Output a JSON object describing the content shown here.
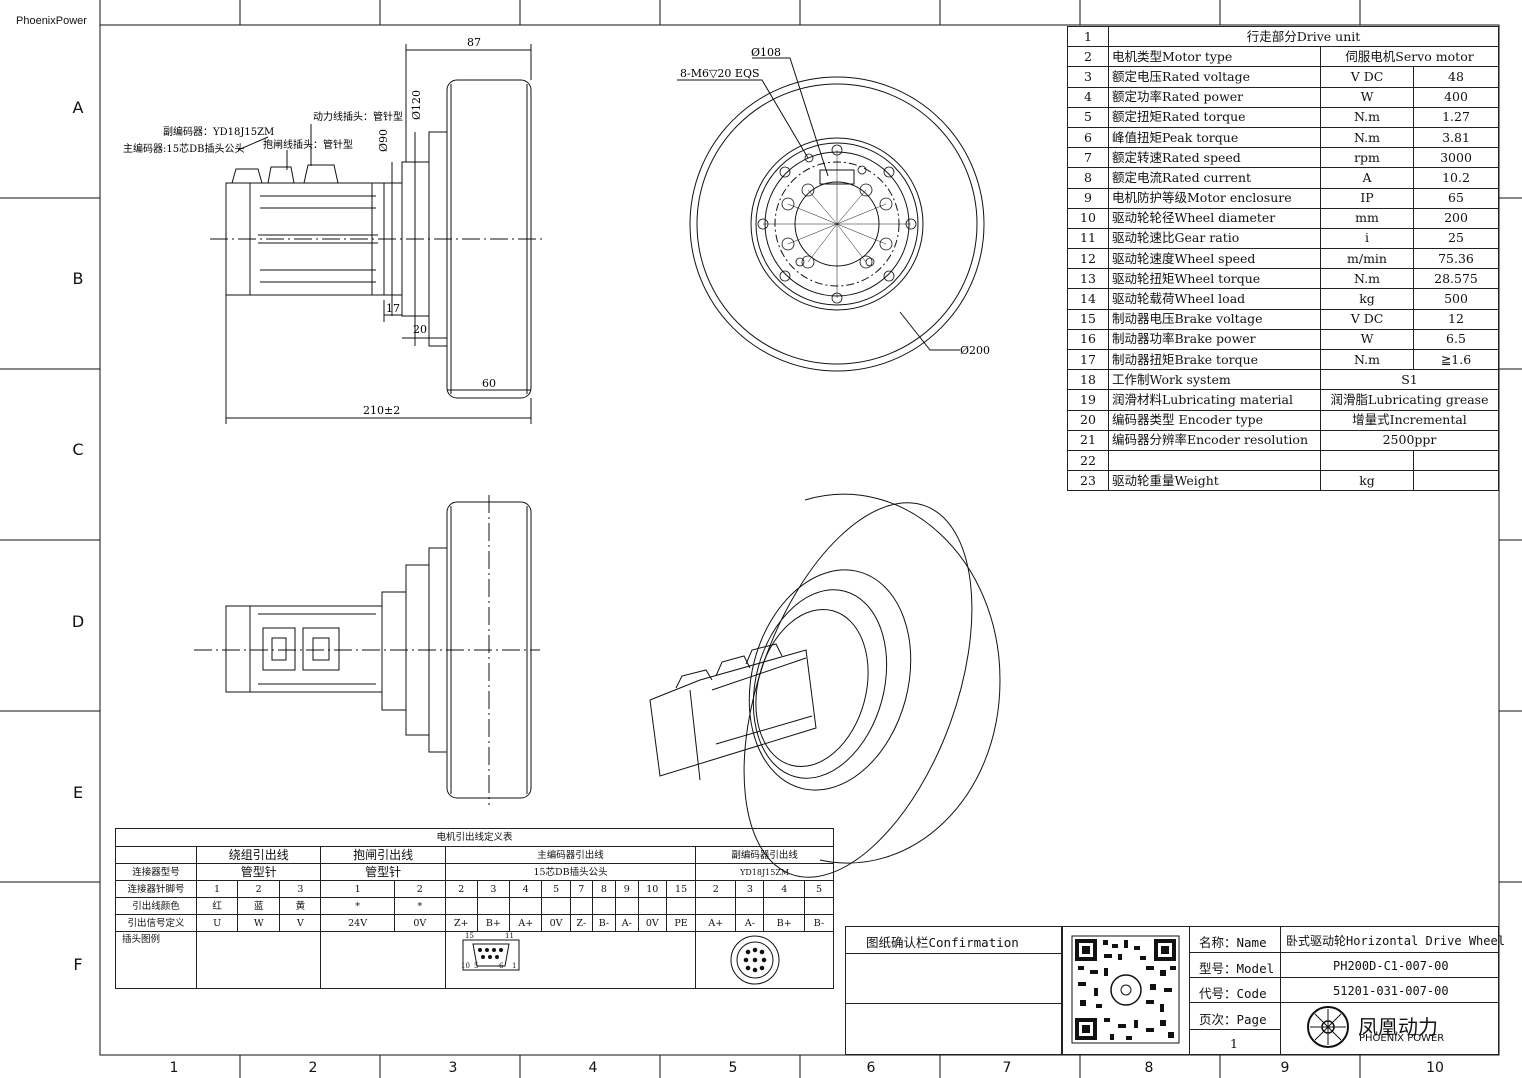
{
  "brand_top": "PhoenixPower",
  "row_labels": [
    "A",
    "B",
    "C",
    "D",
    "E",
    "F"
  ],
  "col_labels": [
    "1",
    "2",
    "3",
    "4",
    "5",
    "6",
    "7",
    "8",
    "9",
    "10"
  ],
  "dims": {
    "d87": "87",
    "d120": "Ø120",
    "d90": "Ø90",
    "d17": "17",
    "d20": "20",
    "d60": "60",
    "d210": "210±2",
    "d108": "Ø108",
    "holes": "8-M6▽20 EQS",
    "d200": "Ø200"
  },
  "callouts": {
    "power": "动力线插头：管针型",
    "sub_encoder": "副编码器：YD18J15ZM",
    "brake": "抱闸线插头：管针型",
    "main_encoder": "主编码器:15芯DB插头公头"
  },
  "spec_title_no": "1",
  "spec_title": "行走部分Drive unit",
  "spec_rows": [
    {
      "no": "2",
      "name": "电机类型Motor type",
      "unit": "伺服电机Servo motor",
      "value": ""
    },
    {
      "no": "3",
      "name": "额定电压Rated voltage",
      "unit": "V DC",
      "value": "48"
    },
    {
      "no": "4",
      "name": "额定功率Rated power",
      "unit": "W",
      "value": "400"
    },
    {
      "no": "5",
      "name": "额定扭矩Rated torque",
      "unit": "N.m",
      "value": "1.27"
    },
    {
      "no": "6",
      "name": "峰值扭矩Peak torque",
      "unit": "N.m",
      "value": "3.81"
    },
    {
      "no": "7",
      "name": "额定转速Rated speed",
      "unit": "rpm",
      "value": "3000"
    },
    {
      "no": "8",
      "name": "额定电流Rated current",
      "unit": "A",
      "value": "10.2"
    },
    {
      "no": "9",
      "name": "电机防护等级Motor enclosure",
      "unit": "IP",
      "value": "65"
    },
    {
      "no": "10",
      "name": "驱动轮轮径Wheel diameter",
      "unit": "mm",
      "value": "200"
    },
    {
      "no": "11",
      "name": "驱动轮速比Gear ratio",
      "unit": "i",
      "value": "25"
    },
    {
      "no": "12",
      "name": "驱动轮速度Wheel speed",
      "unit": "m/min",
      "value": "75.36"
    },
    {
      "no": "13",
      "name": "驱动轮扭矩Wheel torque",
      "unit": "N.m",
      "value": "28.575"
    },
    {
      "no": "14",
      "name": "驱动轮载荷Wheel load",
      "unit": "kg",
      "value": "500"
    },
    {
      "no": "15",
      "name": "制动器电压Brake voltage",
      "unit": "V DC",
      "value": "12"
    },
    {
      "no": "16",
      "name": "制动器功率Brake power",
      "unit": "W",
      "value": "6.5"
    },
    {
      "no": "17",
      "name": "制动器扭矩Brake torque",
      "unit": "N.m",
      "value": "≧1.6"
    },
    {
      "no": "18",
      "name": "工作制Work system",
      "unit": "S1",
      "value": ""
    },
    {
      "no": "19",
      "name": "润滑材料Lubricating material",
      "unit": "润滑脂Lubricating grease",
      "value": ""
    },
    {
      "no": "20",
      "name": "编码器类型 Encoder type",
      "unit": "增量式Incremental",
      "value": ""
    },
    {
      "no": "21",
      "name": "编码器分辨率Encoder resolution",
      "unit": "2500ppr",
      "value": ""
    },
    {
      "no": "22",
      "name": "",
      "unit": "",
      "value": ""
    },
    {
      "no": "23",
      "name": "驱动轮重量Weight",
      "unit": "kg",
      "value": ""
    }
  ],
  "lead": {
    "title": "电机引出线定义表",
    "groups": [
      "绕组引出线",
      "抱闸引出线",
      "主编码器引出线",
      "副编码器引出线"
    ],
    "conn_type_label": "连接器型号",
    "conn_types": [
      "管型针",
      "管型针",
      "15芯DB插头公头",
      "YD18J15ZM"
    ],
    "pin_label": "连接器针脚号",
    "pins": [
      "1",
      "2",
      "3",
      "1",
      "2",
      "2",
      "3",
      "4",
      "5",
      "7",
      "8",
      "9",
      "10",
      "15",
      "2",
      "3",
      "4",
      "5"
    ],
    "color_label": "引出线颜色",
    "colors": [
      "红",
      "蓝",
      "黄",
      "*",
      "*",
      "",
      "",
      "",
      "",
      "",
      "",
      "",
      "",
      "",
      "",
      "",
      "",
      ""
    ],
    "signal_label": "引出信号定义",
    "signals": [
      "U",
      "W",
      "V",
      "24V",
      "0V",
      "Z+",
      "B+",
      "A+",
      "0V",
      "Z-",
      "B-",
      "A-",
      "0V",
      "PE",
      "A+",
      "A-",
      "B+",
      "B-"
    ],
    "plug_label": "插头图例",
    "db_pin_15": "15",
    "db_pin_11": "11",
    "db_pin_10": "10",
    "db_pin_5": "5",
    "db_pin_6": "6",
    "db_pin_1": "1"
  },
  "title_block": {
    "confirmation": "图纸确认栏Confirmation",
    "name_label": "名称：Name",
    "name_value": "卧式驱动轮Horizontal Drive Wheel",
    "model_label": "型号：Model",
    "model_value": "PH200D-C1-007-00",
    "code_label": "代号：Code",
    "code_value": "51201-031-007-00",
    "page_label": "页次：Page",
    "page_value": "1",
    "logo_cn": "凤凰动力",
    "logo_en": "PHOENIX POWER"
  }
}
